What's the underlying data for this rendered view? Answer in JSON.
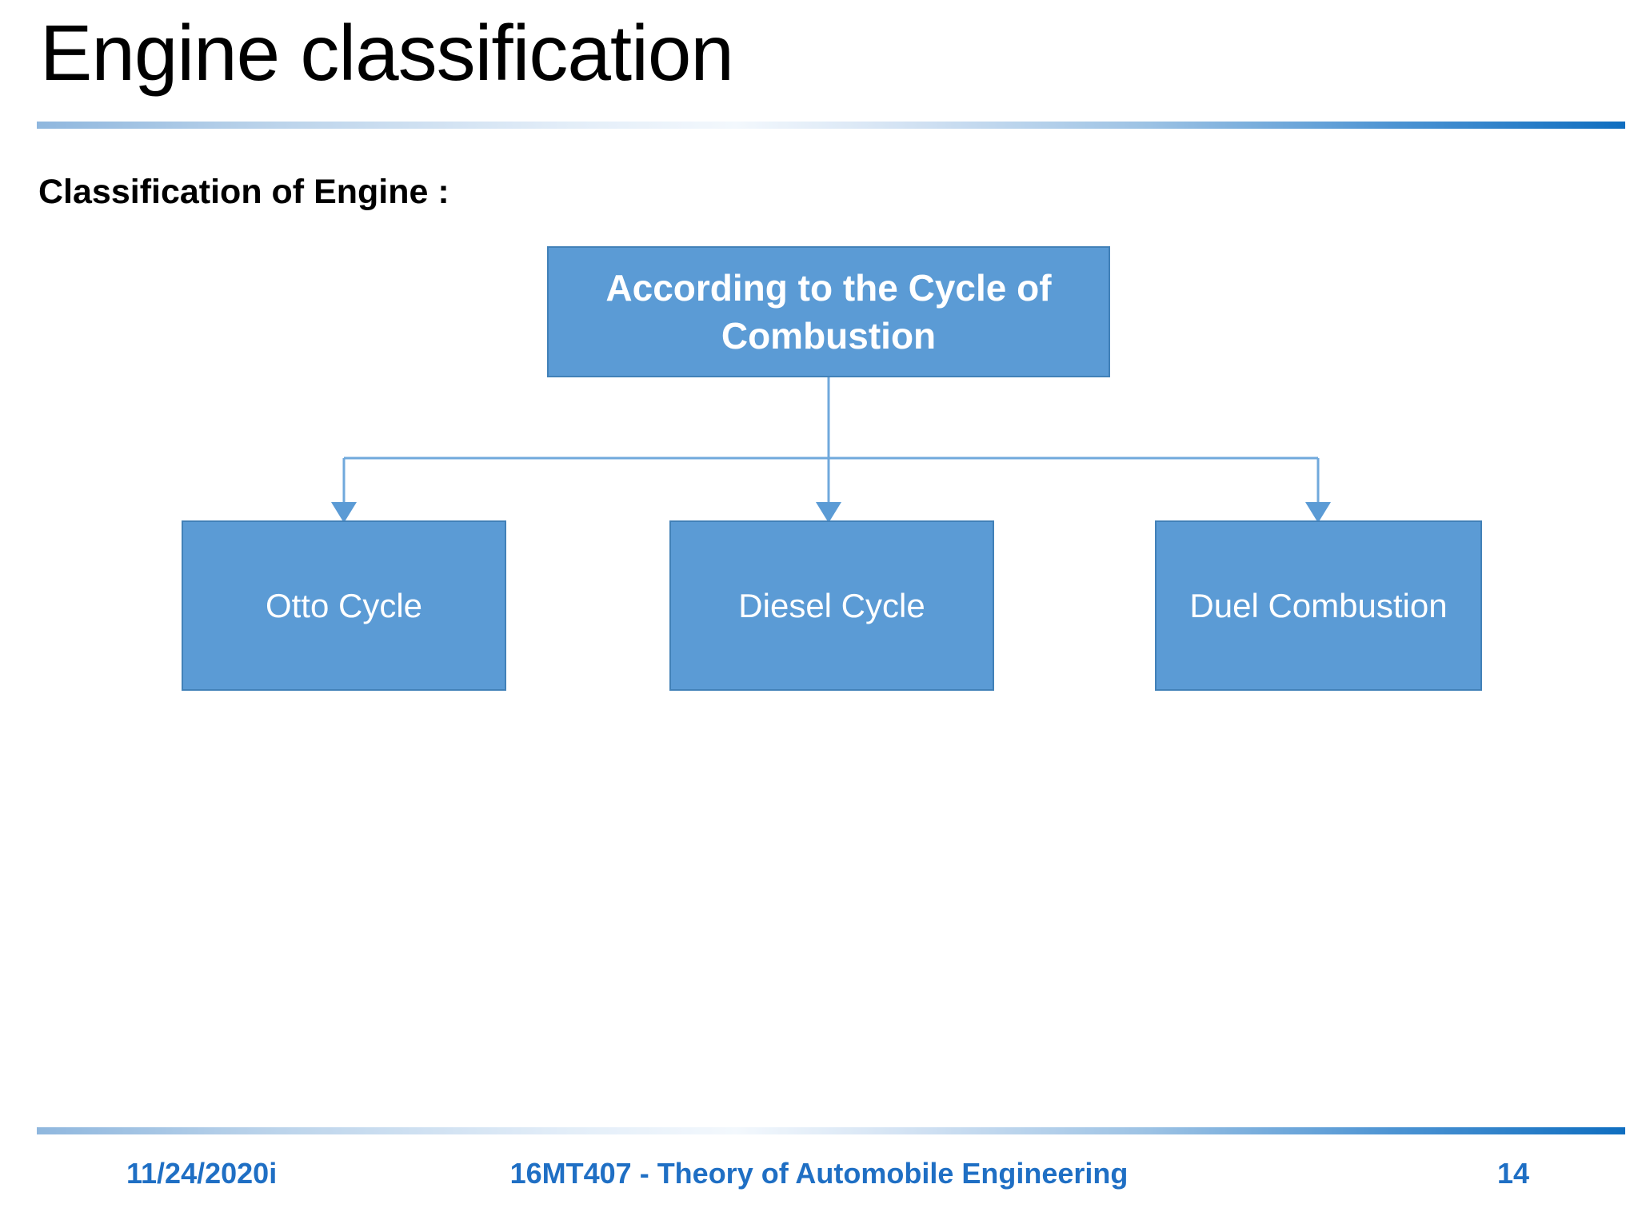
{
  "slide": {
    "title": "Engine classification",
    "section_heading": "Classification of Engine :",
    "accent_color": "#5B9BD5",
    "border_color": "#4281B8",
    "footer_color": "#1F6FC4",
    "connector_color": "#70A9DC"
  },
  "diagram": {
    "type": "tree",
    "root": {
      "label": "According to the Cycle of Combustion"
    },
    "children": [
      {
        "label": "Otto Cycle"
      },
      {
        "label": "Diesel Cycle"
      },
      {
        "label": "Duel Combustion"
      }
    ]
  },
  "footer": {
    "date": "11/24/2020i",
    "course": "16MT407 - Theory of Automobile Engineering",
    "page": "14"
  }
}
